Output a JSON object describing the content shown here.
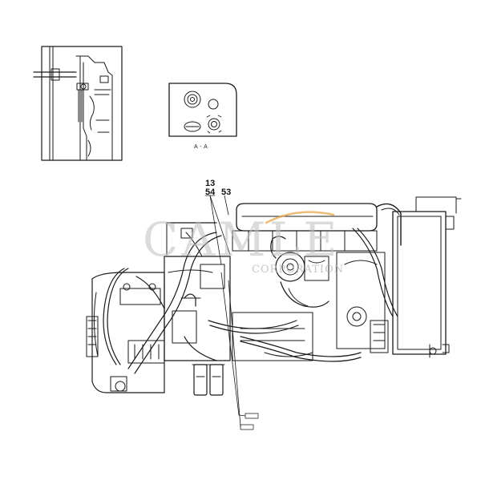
{
  "section_view": {
    "label": "A - A"
  },
  "callouts": {
    "label_13": "13",
    "label_54": "54",
    "label_53": "53"
  },
  "watermark": {
    "brand": "CAMLE",
    "subtitle": "CORPORATION",
    "accent_color": "#e8a54a"
  },
  "colors": {
    "line": "#1a1a1a",
    "background": "#ffffff"
  }
}
